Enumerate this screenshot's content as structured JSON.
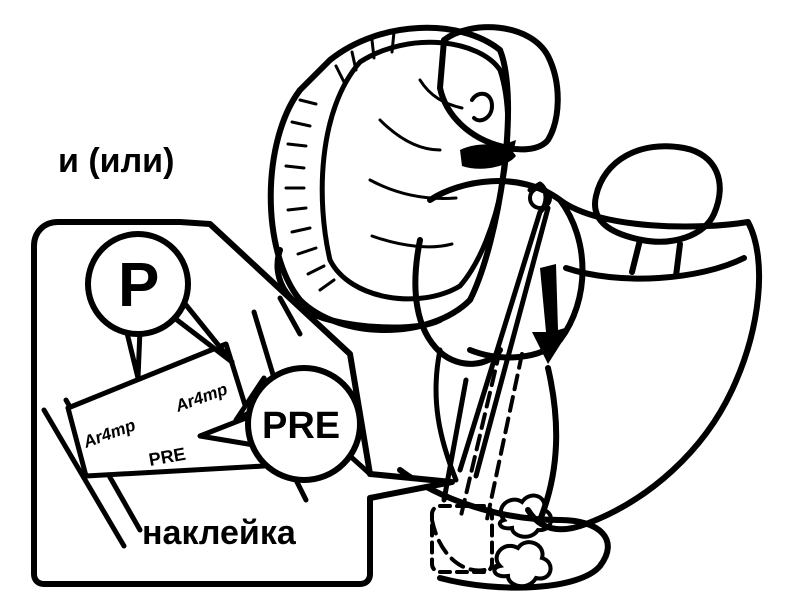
{
  "labels": {
    "and_or": "и (или)",
    "sticker": "наклейка",
    "mark_p": "P",
    "mark_pre": "PRE",
    "label_text_1": "Ar4mp",
    "label_text_2": "Ar4mp",
    "label_text_3": "PRE"
  },
  "colors": {
    "ink": "#000000",
    "paper": "#ffffff"
  }
}
